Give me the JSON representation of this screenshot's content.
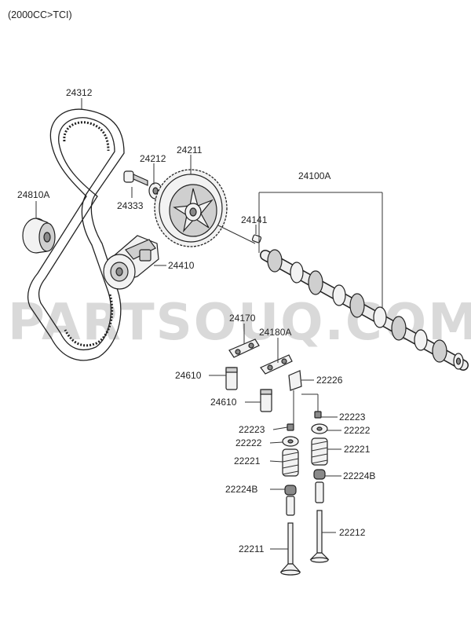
{
  "header": {
    "variant": "(2000CC>TCI)"
  },
  "watermark": "PARTSOUQ.COM",
  "parts": [
    {
      "id": "24312"
    },
    {
      "id": "24810A"
    },
    {
      "id": "24212"
    },
    {
      "id": "24211"
    },
    {
      "id": "24333"
    },
    {
      "id": "24100A"
    },
    {
      "id": "24141"
    },
    {
      "id": "24410"
    },
    {
      "id": "24170"
    },
    {
      "id": "24180A"
    },
    {
      "id": "24610"
    },
    {
      "id": "24610"
    },
    {
      "id": "22226"
    },
    {
      "id": "22223"
    },
    {
      "id": "22223"
    },
    {
      "id": "22222"
    },
    {
      "id": "22222"
    },
    {
      "id": "22221"
    },
    {
      "id": "22221"
    },
    {
      "id": "22224B"
    },
    {
      "id": "22224B"
    },
    {
      "id": "22211"
    },
    {
      "id": "22212"
    }
  ]
}
